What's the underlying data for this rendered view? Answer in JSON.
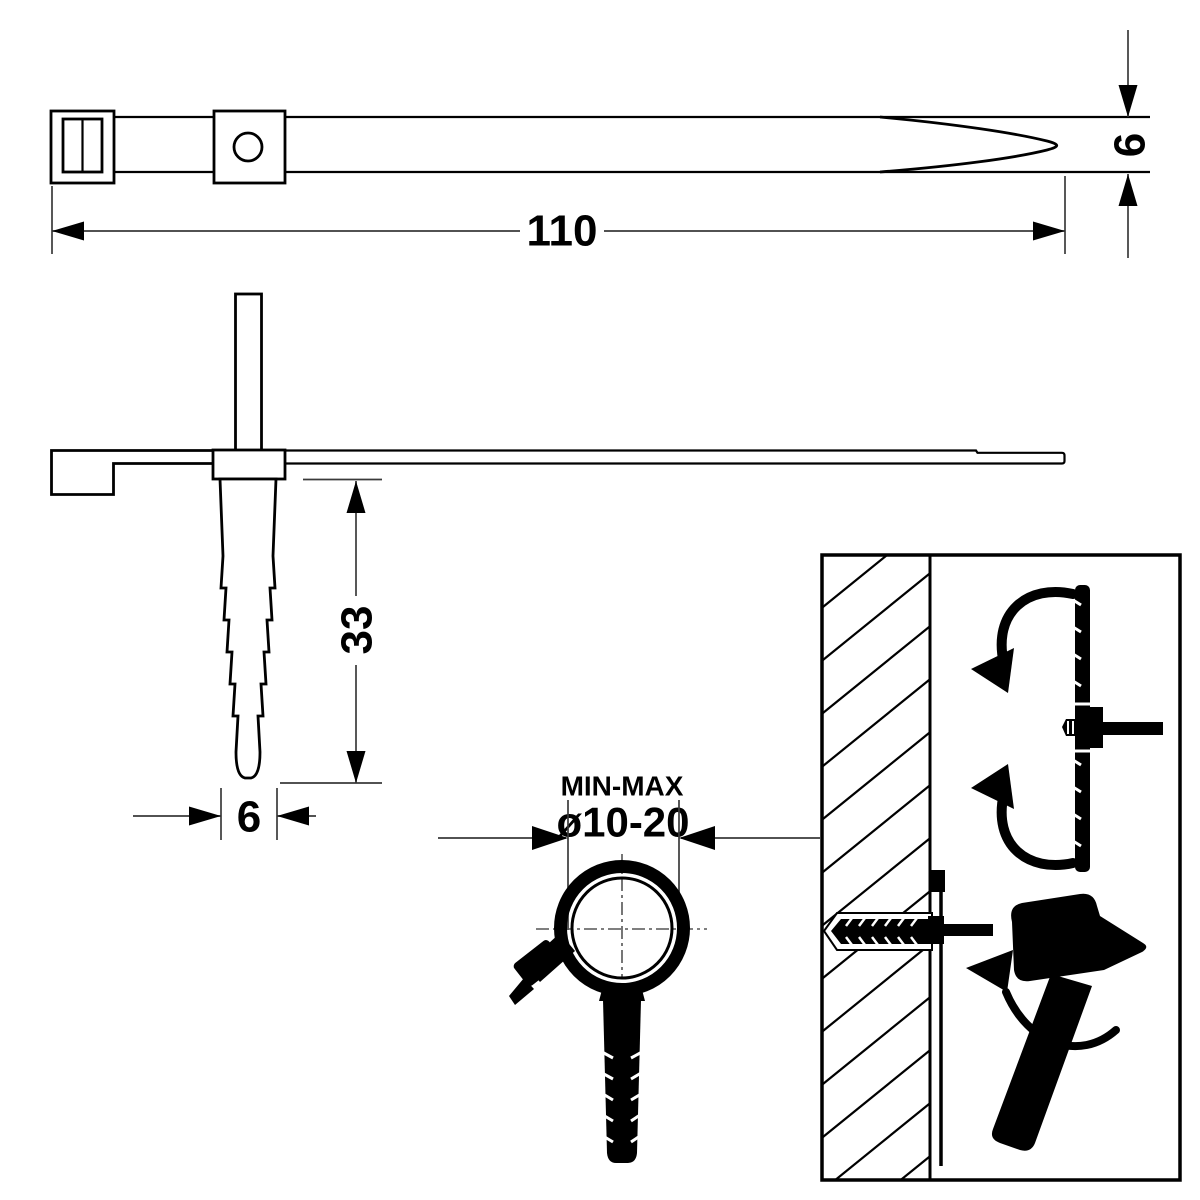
{
  "drawing": {
    "background": "#ffffff",
    "line_color": "#000000",
    "dim_line_color": "#3a3a3a",
    "top_view": {
      "length": "110",
      "width": "6"
    },
    "side_view": {
      "plug_length": "33",
      "plug_width": "6"
    },
    "loop_view": {
      "range_label": "MIN-MAX",
      "diameter": "ø10-20"
    }
  }
}
